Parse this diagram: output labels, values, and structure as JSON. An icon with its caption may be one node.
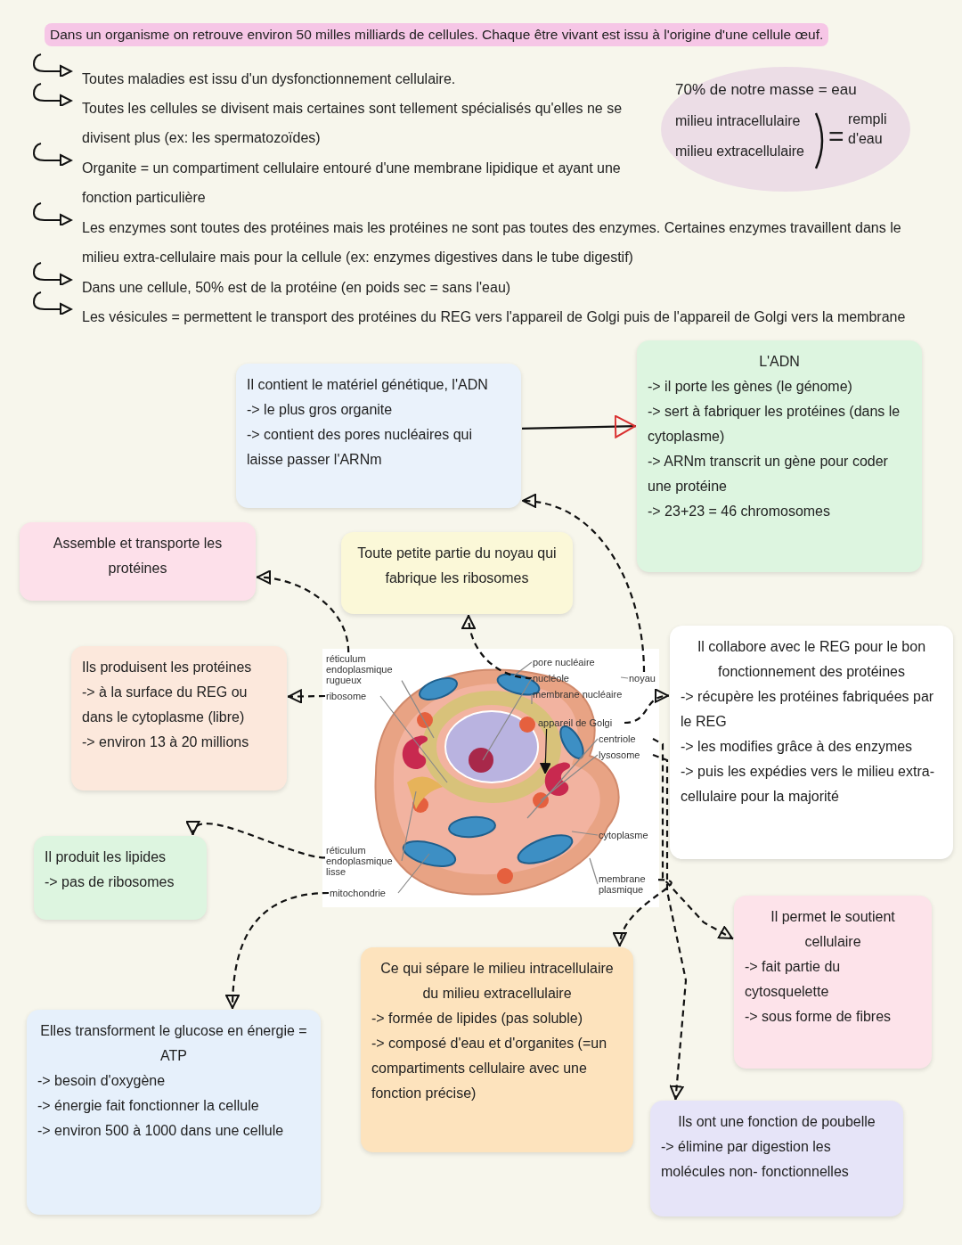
{
  "diagram": {
    "nodes": [
      {
        "text": [
          "70% de notre masse = eau",
          "milieu intracellulaire",
          "milieu extracellulaire",
          "=",
          "rempli d'eau"
        ]
      },
      {
        "text": [
          "Il contient le matériel génétique, l'ADN",
          "-> le plus gros organite",
          "-> contient des pores nucléaires qui laisse passer l'ARNm"
        ]
      },
      {
        "text": [
          "L'ADN",
          "-> il porte les gènes (le génome)",
          "-> sert à fabriquer les protéines (dans le cytoplasme)",
          "-> ARNm transcrit un gène pour coder une protéine",
          "-> 23+23 = 46 chromosomes"
        ]
      },
      {
        "text": [
          "Assemble et transporte les protéines"
        ]
      },
      {
        "text": [
          "Toute petite partie du noyau qui fabrique les ribosomes"
        ]
      },
      {
        "text": [
          "Ils produisent les protéines",
          "-> à la surface du REG ou dans le cytoplasme (libre)",
          "-> environ 13 à 20 millions"
        ]
      },
      {
        "text": [],
        "shape": "picture"
      },
      {
        "text": [
          "réticulum endoplasmique rugueux"
        ],
        "in": 6
      },
      {
        "text": [
          "pore nucléaire"
        ],
        "in": 6
      },
      {
        "text": [
          "noyau"
        ],
        "in": 6
      },
      {
        "text": [
          "ribosome"
        ],
        "in": 6
      },
      {
        "text": [
          "nucléole"
        ],
        "in": 6
      },
      {
        "text": [
          "membrane nucléaire"
        ],
        "in": 6
      },
      {
        "text": [
          "appareil de Golgi"
        ],
        "in": 6
      },
      {
        "text": [
          "centriole"
        ],
        "in": 6
      },
      {
        "text": [
          "lysosome"
        ],
        "in": 6
      },
      {
        "text": [
          "cytoplasme"
        ],
        "in": 6
      },
      {
        "text": [
          "réticulum endoplasmique lisse"
        ],
        "in": 6
      },
      {
        "text": [
          "mitochondrie"
        ],
        "in": 6
      },
      {
        "text": [
          "membrane plasmique"
        ],
        "in": 6
      },
      {
        "text": [
          "Il collabore avec le REG pour le bon fonctionnement des protéines",
          "-> récupère les protéines fabriquées par le REG",
          "-> les modifies grâce à des enzymes",
          "-> puis les expédies vers le milieu extra-cellulaire pour la majorité"
        ]
      },
      {
        "text": [
          "Il produit les lipides",
          "-> pas de ribosomes"
        ]
      },
      {
        "text": [
          "Il permet le soutient cellulaire",
          "-> fait partie du cytosquelette",
          "-> sous forme de fibres"
        ]
      },
      {
        "text": [
          "Ce qui sépare le milieu intracellulaire du milieu extracellulaire",
          "-> formée de lipides (pas soluble)",
          "-> composé d'eau et d'organites (=un compartiments cellulaire avec une fonction précise)"
        ]
      },
      {
        "text": [
          "Elles transforment le glucose en énergie = ATP",
          "-> besoin d'oxygène",
          "-> énergie fait fonctionner la cellule",
          "-> environ 500 à 1000 dans une cellule"
        ]
      },
      {
        "text": [
          "Ils ont une fonction de poubelle",
          "-> élimine par digestion les molécules non- fonctionnelles"
        ]
      }
    ],
    "edges": [
      {
        "from": 1,
        "to": 2,
        "arrow": "to"
      },
      {
        "from": 7,
        "to": 3,
        "arrow": "to",
        "style": "dashed"
      },
      {
        "from": 11,
        "to": 4,
        "arrow": "to",
        "style": "dashed"
      },
      {
        "from": 9,
        "to": 1,
        "arrow": "to",
        "style": "dashed"
      },
      {
        "from": 10,
        "to": 5,
        "arrow": "to",
        "style": "dashed"
      },
      {
        "from": 13,
        "to": 20,
        "arrow": "to",
        "style": "dashed"
      },
      {
        "from": 17,
        "to": 21,
        "arrow": "to",
        "style": "dashed"
      },
      {
        "from": 14,
        "to": 22,
        "arrow": "to",
        "style": "dashed"
      },
      {
        "from": 19,
        "to": 23,
        "arrow": "to",
        "style": "dashed"
      },
      {
        "from": 18,
        "to": 24,
        "arrow": "to",
        "style": "dashed"
      },
      {
        "from": 15,
        "to": 25,
        "arrow": "to",
        "style": "dashed"
      },
      {
        "from": 7,
        "to": 6,
        "arrow": "none",
        "color": "#888888"
      },
      {
        "from": 8,
        "to": 6,
        "arrow": "none",
        "color": "#888888"
      },
      {
        "from": 9,
        "to": 6,
        "arrow": "none",
        "color": "#888888"
      },
      {
        "from": 10,
        "to": 6,
        "arrow": "none",
        "color": "#888888"
      },
      {
        "from": 11,
        "to": 6,
        "arrow": "none",
        "color": "#888888"
      },
      {
        "from": 12,
        "to": 6,
        "arrow": "none",
        "color": "#888888"
      },
      {
        "from": 13,
        "to": 6,
        "arrow": "to"
      },
      {
        "from": 14,
        "to": 6,
        "arrow": "none",
        "color": "#888888"
      },
      {
        "from": 15,
        "to": 6,
        "arrow": "none",
        "color": "#888888"
      },
      {
        "from": 16,
        "to": 6,
        "arrow": "none",
        "color": "#888888"
      },
      {
        "from": 17,
        "to": 6,
        "arrow": "none",
        "color": "#888888"
      },
      {
        "from": 18,
        "to": 6,
        "arrow": "none",
        "color": "#888888"
      },
      {
        "from": 19,
        "to": 6,
        "arrow": "none",
        "color": "#888888"
      }
    ],
    "labels": [
      "Dans un organisme on retrouve environ 50 milles milliards de cellules. Chaque être vivant est issu à l'origine d'une cellule œuf.",
      "Toutes maladies est issu d'un dysfonctionnement cellulaire.",
      "Toutes les cellules se divisent mais certaines sont tellement spécialisés qu'elles ne se divisent plus (ex: les spermatozoïdes)",
      "Organite = un compartiment cellulaire entouré d'une membrane lipidique et ayant une fonction particulière",
      "Les enzymes sont toutes des protéines mais les protéines ne sont pas toutes des enzymes. Certaines enzymes travaillent dans le milieu extra-cellulaire mais pour la cellule (ex: enzymes digestives dans le tube digestif)",
      "Dans une cellule, 50% est de la protéine (en poids sec = sans l'eau)",
      "Les vésicules = permettent le transport des protéines du REG vers l'appareil de Golgi puis de l'appareil de Golgi vers la membrane"
    ]
  }
}
